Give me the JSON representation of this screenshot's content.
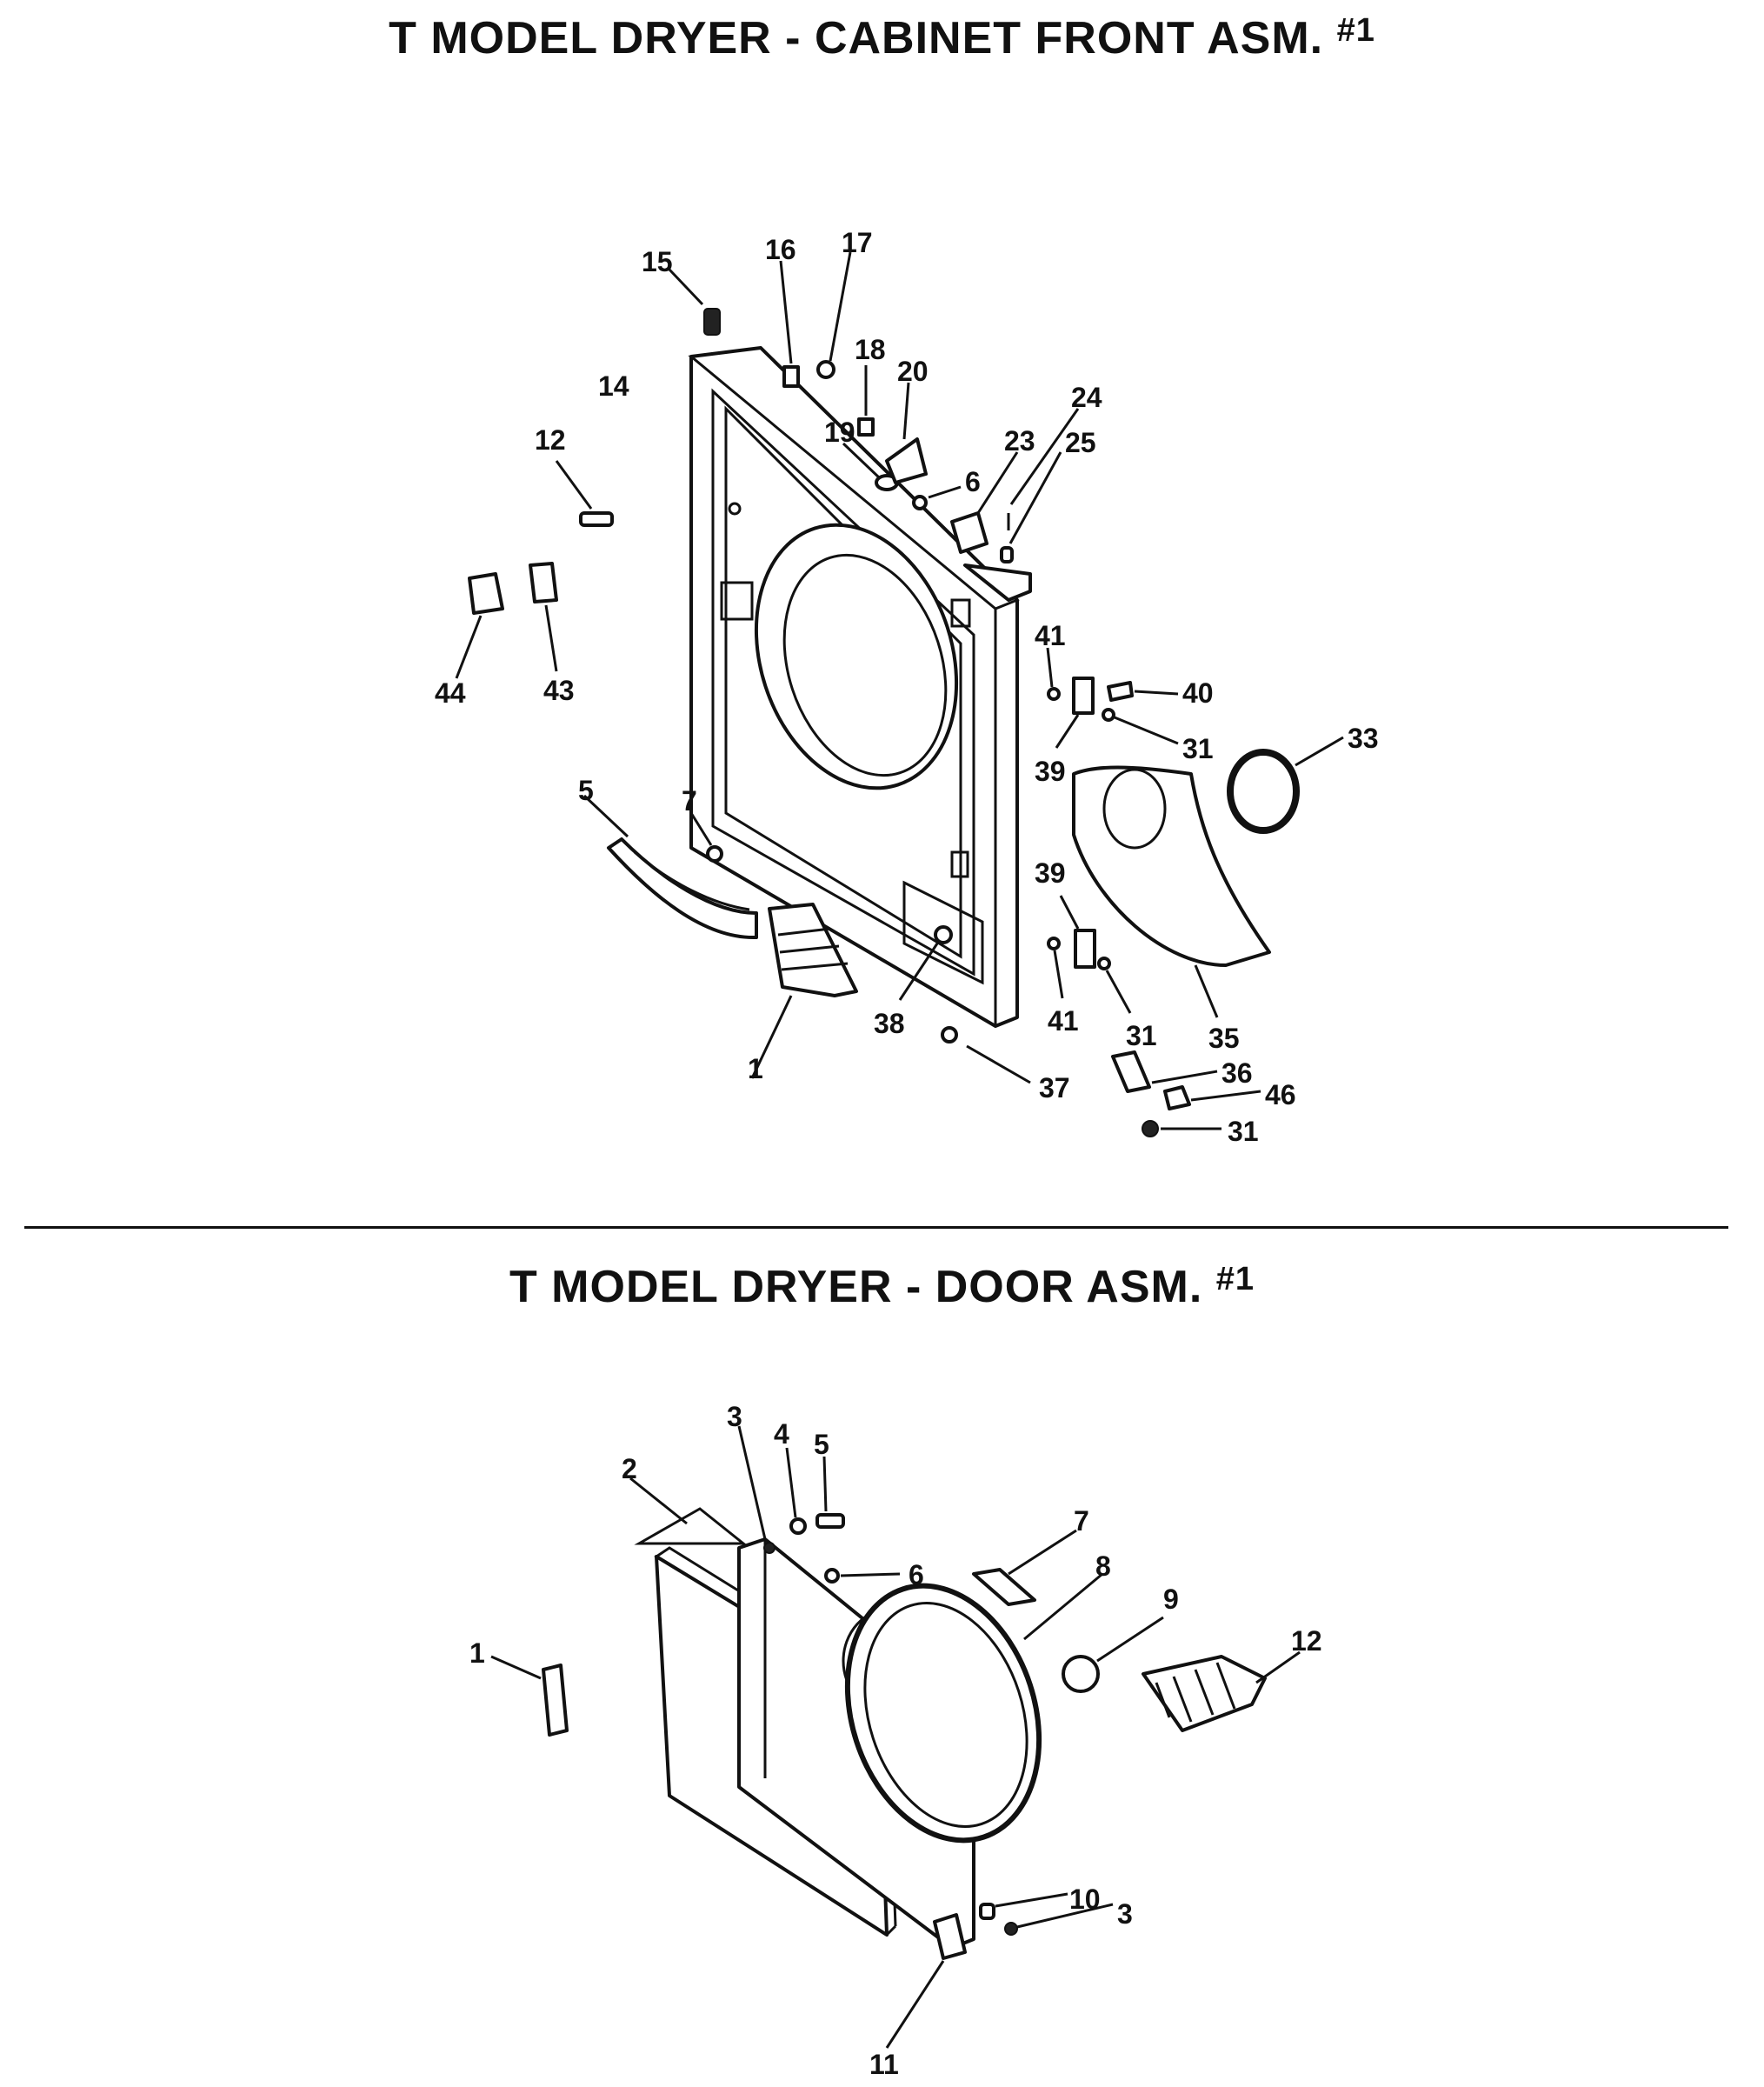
{
  "titles": {
    "cabinet": "T MODEL DRYER - CABINET FRONT ASM.",
    "cabinet_num": "#1",
    "door": "T MODEL DRYER - DOOR ASM.",
    "door_num": "#1"
  },
  "cabinet_labels": {
    "p1": "1",
    "p5": "5",
    "p6": "6",
    "p7": "7",
    "p12": "12",
    "p14": "14",
    "p15": "15",
    "p16": "16",
    "p17": "17",
    "p18": "18",
    "p19": "19",
    "p20": "20",
    "p23": "23",
    "p24": "24",
    "p25": "25",
    "p31a": "31",
    "p31b": "31",
    "p31c": "31",
    "p33": "33",
    "p35": "35",
    "p36": "36",
    "p37": "37",
    "p38": "38",
    "p39a": "39",
    "p39b": "39",
    "p40": "40",
    "p41a": "41",
    "p41b": "41",
    "p43": "43",
    "p44": "44",
    "p46": "46"
  },
  "door_labels": {
    "p1": "1",
    "p2": "2",
    "p3a": "3",
    "p3b": "3",
    "p4": "4",
    "p5": "5",
    "p6": "6",
    "p7": "7",
    "p8": "8",
    "p9": "9",
    "p10": "10",
    "p11": "11",
    "p12": "12"
  }
}
